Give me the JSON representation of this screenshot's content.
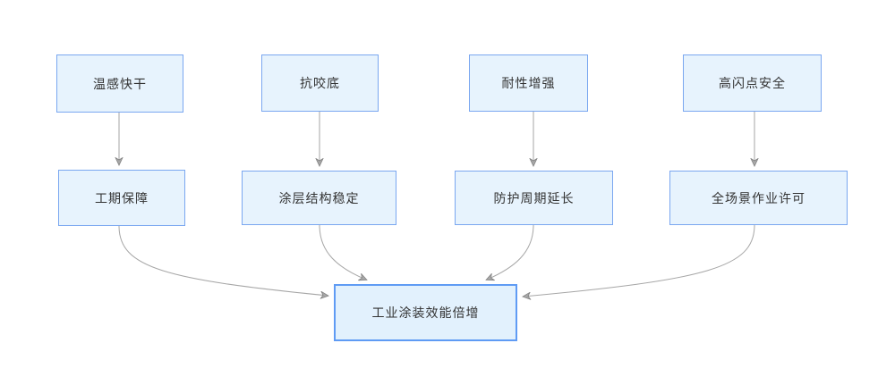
{
  "diagram": {
    "type": "flowchart",
    "background_color": "#ffffff",
    "colors": {
      "node_fill": "#e7f3fd",
      "node_border": "#7aa7f0",
      "target_node_border": "#5f9bf4",
      "arrow": "#a6a6a6",
      "text": "#333333"
    },
    "top_nodes": [
      {
        "label": "温感快干"
      },
      {
        "label": "抗咬底"
      },
      {
        "label": "耐性增强"
      },
      {
        "label": "高闪点安全"
      }
    ],
    "mid_nodes": [
      {
        "label": "工期保障"
      },
      {
        "label": "涂层结构稳定"
      },
      {
        "label": "防护周期延长"
      },
      {
        "label": "全场景作业许可"
      }
    ],
    "target_node": {
      "label": "工业涂装效能倍增"
    },
    "edges": [
      {
        "from": "温感快干",
        "to": "工期保障"
      },
      {
        "from": "抗咬底",
        "to": "涂层结构稳定"
      },
      {
        "from": "耐性增强",
        "to": "防护周期延长"
      },
      {
        "from": "高闪点安全",
        "to": "全场景作业许可"
      },
      {
        "from": "工期保障",
        "to": "工业涂装效能倍增"
      },
      {
        "from": "涂层结构稳定",
        "to": "工业涂装效能倍增"
      },
      {
        "from": "防护周期延长",
        "to": "工业涂装效能倍增"
      },
      {
        "from": "全场景作业许可",
        "to": "工业涂装效能倍增"
      }
    ]
  }
}
